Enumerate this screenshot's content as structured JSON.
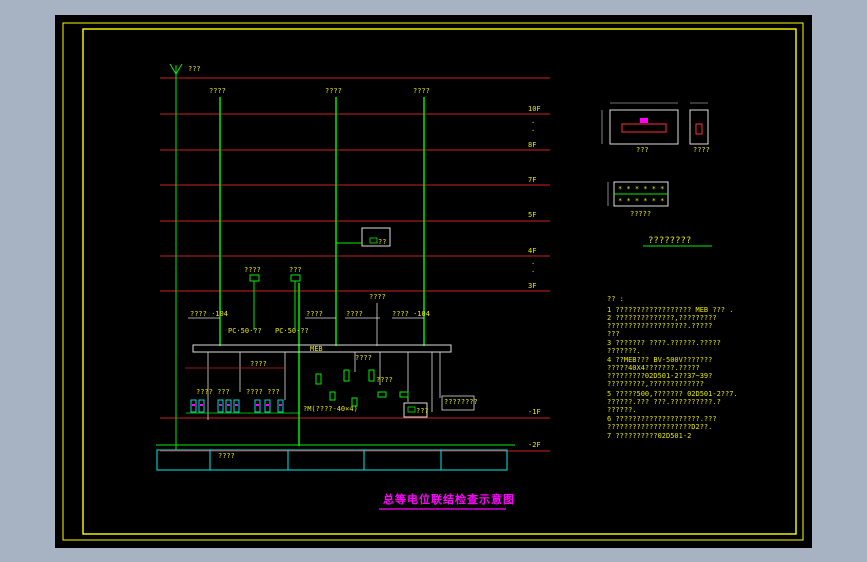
{
  "drawing": {
    "title": "总等电位联结检查示意图",
    "antenna_label": "???",
    "riser_labels": [
      "????",
      "????",
      "????"
    ],
    "floor_labels": [
      "10F",
      "8F",
      "7F",
      "5F",
      "4F",
      "3F",
      "-1F",
      "-2F"
    ],
    "meb_label": "MEB",
    "pipe_labels": [
      "????",
      "????",
      "????",
      "????",
      "????"
    ],
    "branch_labels": [
      "????  ·104",
      "????",
      "????",
      "????  ·104"
    ],
    "equip_labels": [
      "PC·50·??",
      "PC·50·??"
    ],
    "basement_labels": [
      "????",
      "???? ???",
      "???? ???",
      "????",
      "????"
    ],
    "bond_label": "?M(????-40×4)",
    "tank_label": "???",
    "small_box_label": "??",
    "ground_label": "????????"
  },
  "detail": {
    "top_caption": "???",
    "top_right_caption": "????",
    "middle_caption": "?????",
    "legend_title": "????????"
  },
  "notes": {
    "header": "?? :",
    "lines": [
      "1   ??????????????????  MEB  ??? .",
      "2   ??????????????,?????????",
      "    ???????????????????.?????",
      "    ???",
      "3   ??????? ????.??????.?????",
      "    ???????.",
      "4   ??MEB???  BV-500V???????",
      "    ?????40X4???????.?????",
      "    ?????????02D501-2??37~39?",
      "    ?????????,?????????????",
      "5   ?????500,???????  02D501-2??7.",
      "    ??????.??? ???.??????????.?",
      "    ??????.",
      "6   ????????????????????.???",
      "    ????????????????????D2??.",
      "7   ??????????02D501-2"
    ]
  },
  "colors": {
    "viewport_bg": "#a7b3c3",
    "paper": "#000000",
    "frame": "#ffff00",
    "floor_line": "#cc2020",
    "riser": "#00ee00",
    "white_line": "#dddddd",
    "cyan": "#00d8d8",
    "title_pink": "#ff00ff"
  }
}
